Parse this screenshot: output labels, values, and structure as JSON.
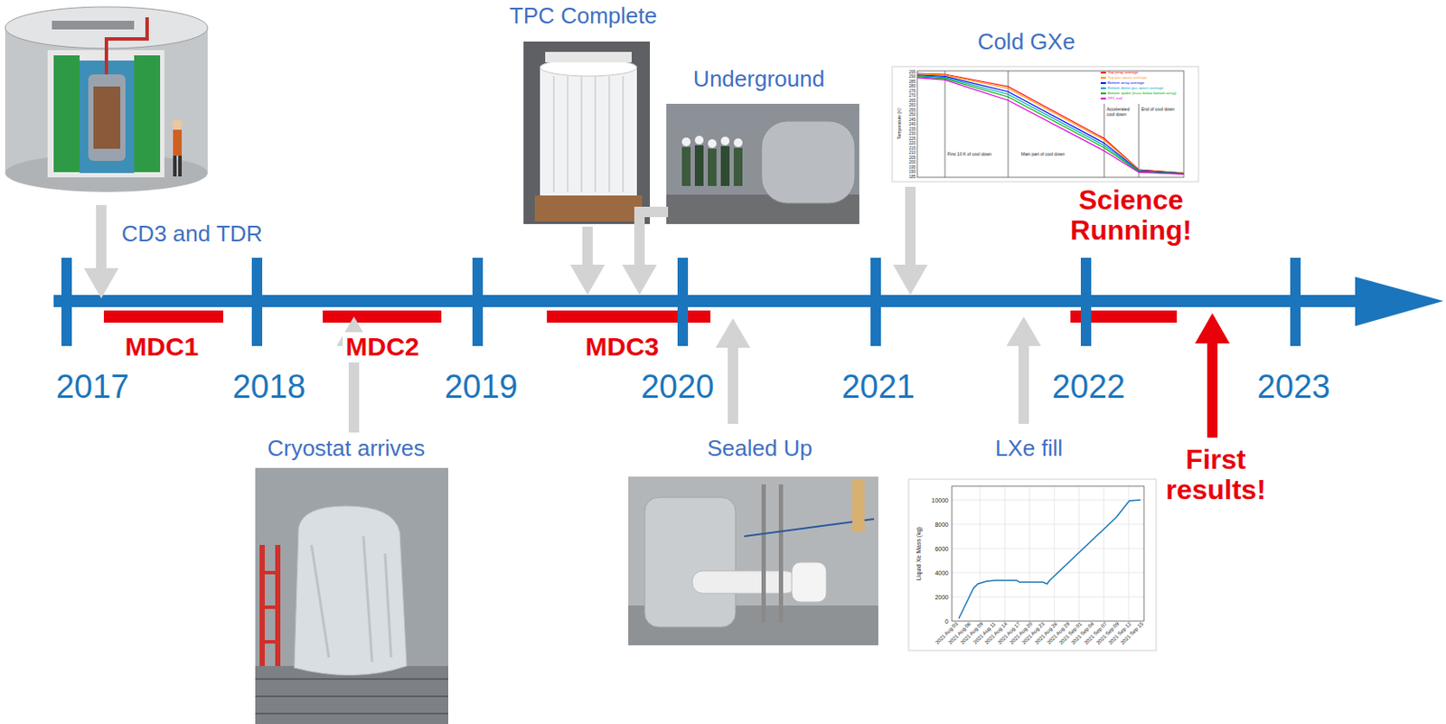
{
  "diagram": {
    "labels": [
      "CD3 and TDR",
      "TPC Complete",
      "Underground",
      "Cold GXe",
      "Science Running!",
      "MDC1",
      "MDC2",
      "MDC3",
      "2017",
      "2018",
      "2019",
      "2020",
      "2021",
      "2022",
      "2023",
      "Cryostat arrives",
      "Sealed Up",
      "LXe fill",
      "First results!",
      "Temperature (K)",
      "First 10 K of cool down",
      "Main part of cool down",
      "Accelerated cool down",
      "End of cool down",
      "295",
      "290",
      "285",
      "280",
      "275",
      "270",
      "265",
      "260",
      "255",
      "250",
      "245",
      "240",
      "235",
      "230",
      "225",
      "220",
      "215",
      "210",
      "205",
      "200",
      "195",
      "190",
      "185",
      "Liquid Xe Mass (kg)",
      "0",
      "2000",
      "4000",
      "6000",
      "8000",
      "10000",
      "2021 Aug 03",
      "2021 Aug 06",
      "2021 Aug 09",
      "2021 Aug 11",
      "2021 Aug 14",
      "2021 Aug 17",
      "2021 Aug 20",
      "2021 Aug 23",
      "2021 Aug 26",
      "2021 Aug 29",
      "2021 Sep 01",
      "2021 Sep 04",
      "2021 Sep 07",
      "2021 Sep 09",
      "2021 Sep 12",
      "2021 Sep 15"
    ],
    "legend": [
      {
        "text": "Top array average",
        "color": "#ff0000"
      },
      {
        "text": "Top gas space average",
        "color": "#ff9900"
      },
      {
        "text": "Bottom array average",
        "color": "#0000ff"
      },
      {
        "text": "Bottom dome gas space average",
        "color": "#00a8c8"
      },
      {
        "text": "Bottom spider (truss below bottom array)",
        "color": "#00b000"
      },
      {
        "text": "TPC trail",
        "color": "#e000e0"
      }
    ]
  }
}
